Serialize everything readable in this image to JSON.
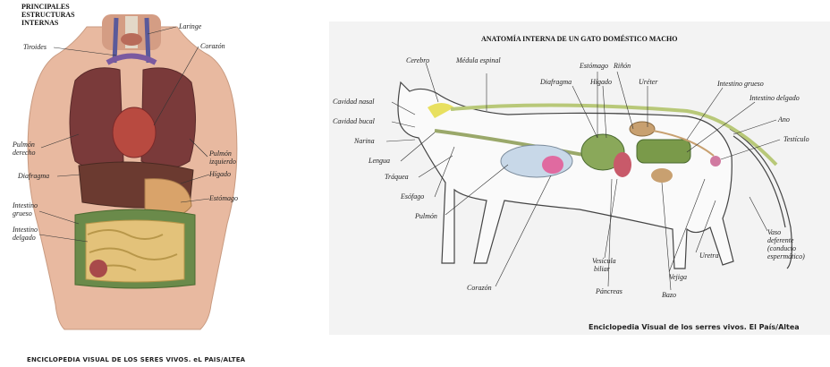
{
  "human": {
    "title_lines": [
      "PRINCIPALES",
      "ESTRUCTURAS",
      "INTERNAS"
    ],
    "labels": {
      "laringe": "Laringe",
      "tiroides": "Tiroides",
      "corazon": "Corazón",
      "pulmon_derecho_1": "Pulmón",
      "pulmon_derecho_2": "derecho",
      "pulmon_izquierdo_1": "Pulmón",
      "pulmon_izquierdo_2": "izquierdo",
      "diafragma": "Diafragma",
      "higado": "Hígado",
      "estomago": "Estómago",
      "intestino_grueso_1": "Intestino",
      "intestino_grueso_2": "grueso",
      "intestino_delgado_1": "Intestino",
      "intestino_delgado_2": "delgado"
    },
    "source": "ENCICLOPEDIA VISUAL DE LOS SERES VIVOS. eL PAIS/ALTEA"
  },
  "cat": {
    "title": "ANATOMÍA INTERNA DE UN GATO DOMÉSTICO MACHO",
    "labels": {
      "cerebro": "Cerebro",
      "medula": "Médula espinal",
      "estomago": "Estómago",
      "rinon": "Riñón",
      "diafragma": "Diafragma",
      "higado": "Hígado",
      "ureter": "Uréter",
      "int_grueso": "Intestino grueso",
      "int_delgado": "Intestino delgado",
      "cavidad_nasal": "Cavidad nasal",
      "cavidad_bucal": "Cavidad bucal",
      "ano": "Ano",
      "narina": "Narina",
      "testiculo": "Testículo",
      "lengua": "Lengua",
      "traquea": "Tráquea",
      "esofago": "Esófago",
      "pulmon": "Pulmón",
      "vesicula_1": "Vesícula",
      "vesicula_2": "biliar",
      "pancreas": "Páncreas",
      "corazon": "Corazón",
      "bazo": "Bazo",
      "vejiga": "Vejiga",
      "uretra": "Uretra",
      "vaso_1": "Vaso",
      "vaso_2": "deferente",
      "vaso_3": "(conducto",
      "vaso_4": "espermático)"
    },
    "source": "Enciclopedia Visual de los serres vivos. El País/Altea"
  }
}
